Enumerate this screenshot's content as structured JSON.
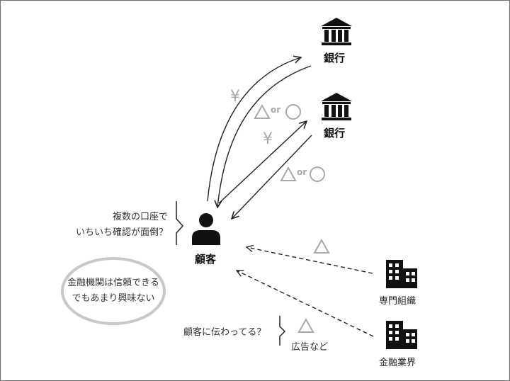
{
  "nodes": {
    "bank_top": "銀行",
    "bank_mid": "銀行",
    "customer": "顧客",
    "specialist_org": "専門組織",
    "financial_industry": "金融業界"
  },
  "symbols": {
    "yen": "¥",
    "triangle_or_circle_or": "or",
    "triangle": "△"
  },
  "notes": {
    "multi_account_line1": "複数の口座で",
    "multi_account_line2": "いちいち確認が面倒？",
    "trust_line1": "金融機関は信頼できる",
    "trust_line2": "でもあまり興味ない",
    "communicated": "顧客に伝わってる？",
    "ads": "広告など"
  },
  "colors": {
    "line": "#222222",
    "gray_symbol": "#a8a8a8",
    "ellipse": "#c8c8c8",
    "icon": "#111111"
  },
  "icons": [
    "bank-icon",
    "person-icon",
    "building-icon"
  ]
}
